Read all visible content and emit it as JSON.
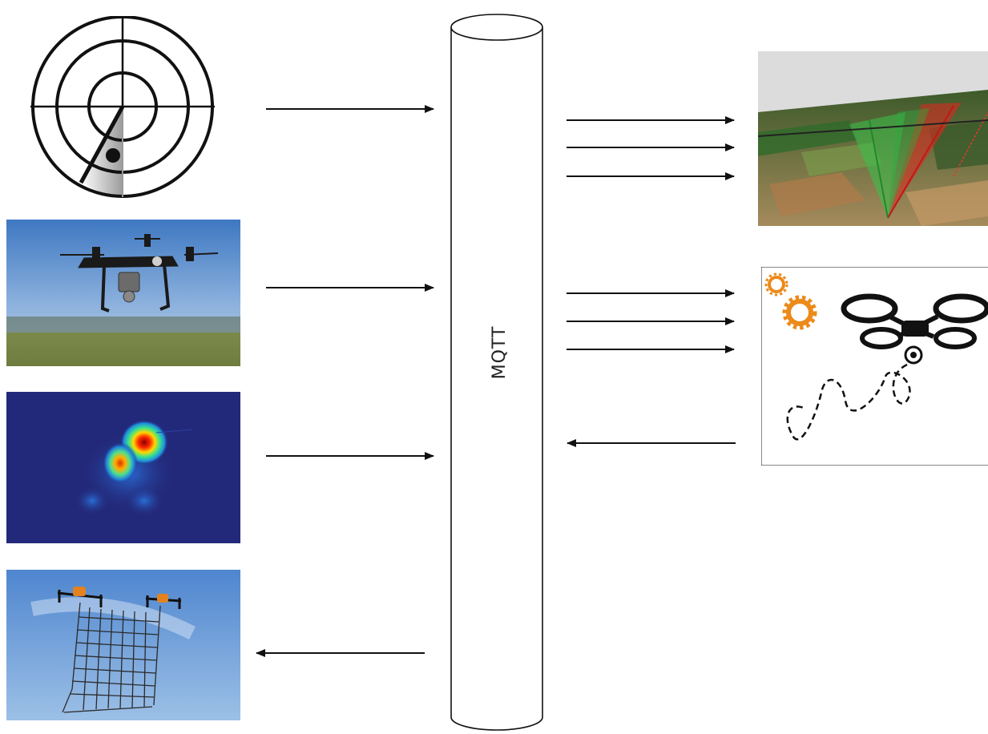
{
  "bus": {
    "label": "MQTT"
  },
  "inputs": [
    {
      "name": "radar-sensor",
      "icon": "radar-icon"
    },
    {
      "name": "drone-camera-sensor",
      "icon": "drone-photo"
    },
    {
      "name": "heatmap-sensor",
      "icon": "heatmap-image"
    }
  ],
  "outputs": [
    {
      "name": "net-capture-drones",
      "icon": "net-drones-photo"
    },
    {
      "name": "3d-terrain-visualization",
      "icon": "terrain-3d-view"
    },
    {
      "name": "drone-control-module",
      "icon": "drone-gears-icon"
    }
  ],
  "colors": {
    "line": "#111111",
    "gear": "#ec8a1a",
    "heat_bg": "#23297a",
    "sky": "#5c8fd0"
  }
}
